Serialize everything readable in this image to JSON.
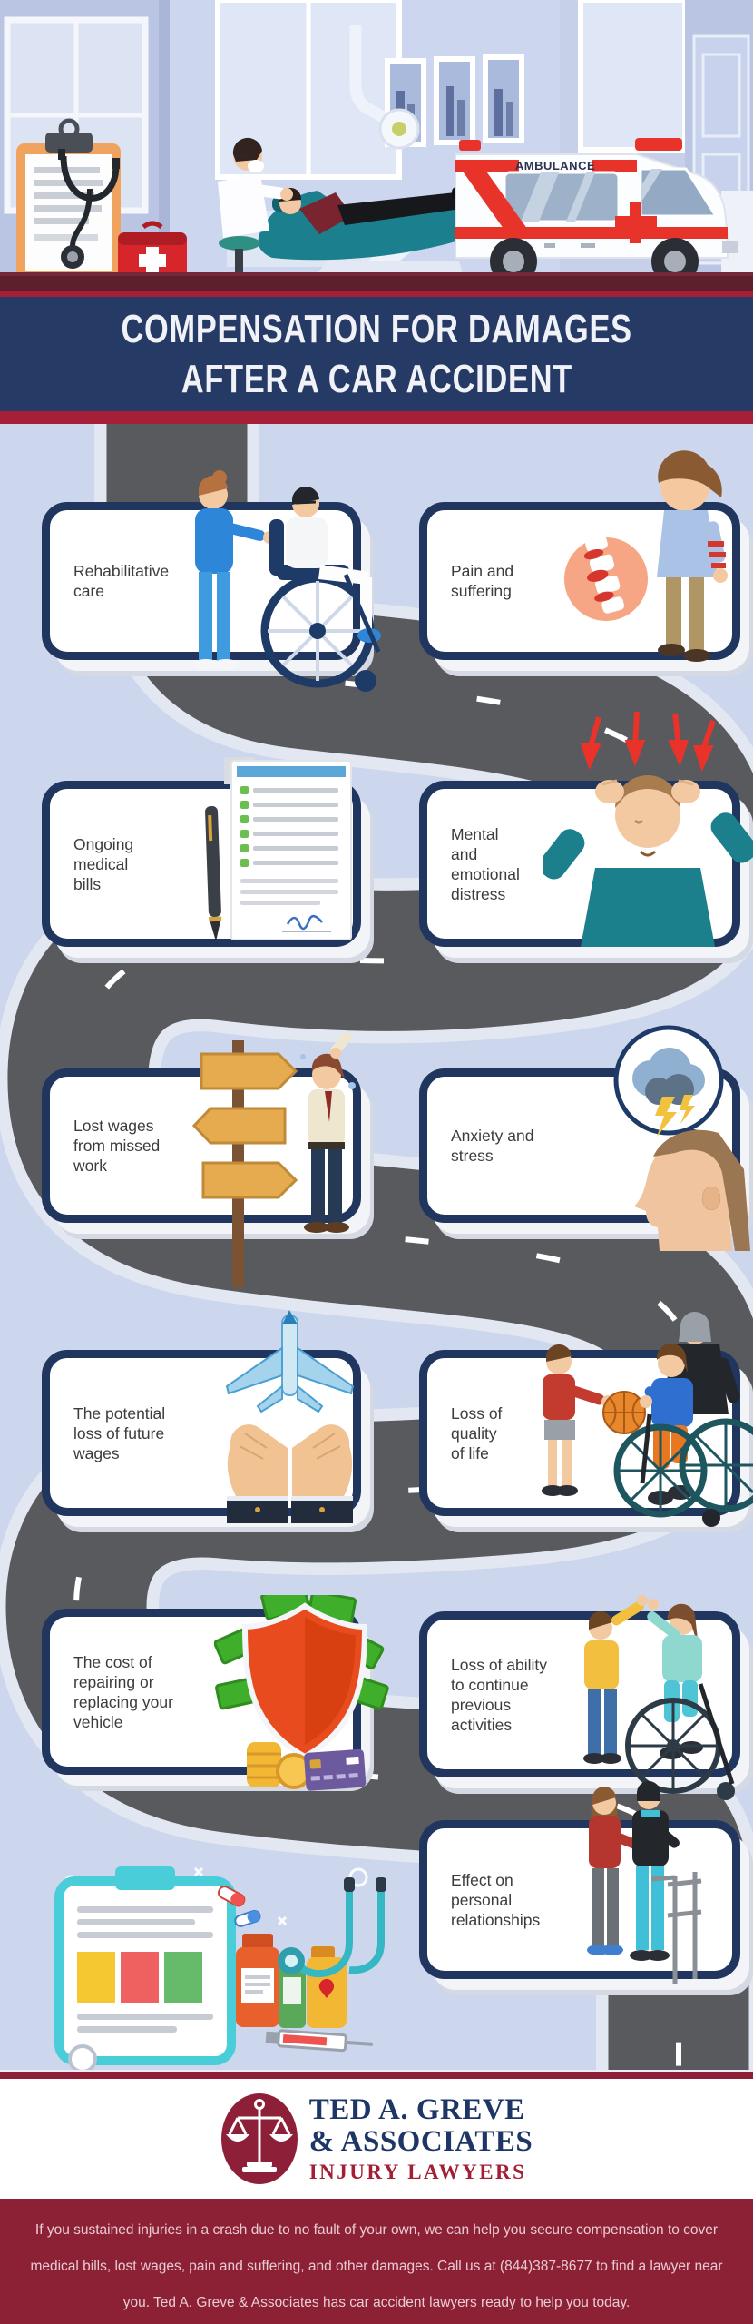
{
  "title": {
    "line1": "COMPENSATION FOR DAMAGES",
    "line2": "AFTER A CAR ACCIDENT"
  },
  "hero": {
    "ambulance_label": "AMBULANCE"
  },
  "cards": [
    {
      "id": "rehabilitative-care",
      "icon": "nurse-wheelchair",
      "lines": [
        "Rehabilitative",
        "care"
      ]
    },
    {
      "id": "pain-and-suffering",
      "icon": "man-back-pain-spine",
      "lines": [
        "Pain and",
        "suffering"
      ]
    },
    {
      "id": "ongoing-medical-bills",
      "icon": "checklist-and-pen",
      "lines": [
        "Ongoing",
        "medical",
        "bills"
      ]
    },
    {
      "id": "mental-emotional-distress",
      "icon": "stressed-man",
      "lines": [
        "Mental",
        "and",
        "emotional",
        "distress"
      ]
    },
    {
      "id": "lost-wages",
      "icon": "signpost-confused-man",
      "lines": [
        "Lost wages",
        "from missed",
        "work"
      ]
    },
    {
      "id": "anxiety-and-stress",
      "icon": "head-storm-thought",
      "lines": [
        "Anxiety and",
        "stress"
      ]
    },
    {
      "id": "future-wages",
      "icon": "hands-paper-plane",
      "lines": [
        "The potential",
        "loss of future",
        "wages"
      ]
    },
    {
      "id": "quality-of-life",
      "icon": "basketball-wheelchair",
      "lines": [
        "Loss of",
        "quality",
        "of life"
      ]
    },
    {
      "id": "vehicle-cost",
      "icon": "shield-money",
      "lines": [
        "The cost of",
        "repairing or",
        "replacing your",
        "vehicle"
      ]
    },
    {
      "id": "previous-activities",
      "icon": "high-five-wheelchair",
      "lines": [
        "Loss of ability",
        "to continue",
        "previous",
        "activities"
      ]
    },
    {
      "id": "personal-relationships",
      "icon": "couple-with-walker",
      "lines": [
        "Effect on",
        "personal",
        "relationships"
      ]
    }
  ],
  "footer": {
    "logo_line1": "TED A. GREVE",
    "logo_line2": "& ASSOCIATES",
    "logo_tagline": "INJURY LAWYERS",
    "disclaimer_line1": "If you sustained injuries in a crash due to no fault of your own, we can help you secure compensation to cover",
    "disclaimer_line2": "medical bills, lost wages, pain and suffering, and other damages. Call us at (844)387-8677 to find a lawyer near",
    "disclaimer_line3": "you. Ted A. Greve & Associates has car accident lawyers ready to help you today."
  },
  "colors": {
    "background_blue": "#ccd7ee",
    "road_gray": "#595a5e",
    "card_border_navy": "#20365f",
    "banner_navy": "#263a66",
    "stripe_red": "#a61f38",
    "footer_maroon": "#8c2136",
    "logo_navy": "#1e3666",
    "logo_red": "#a31f35",
    "ambulance_red": "#e8332b"
  }
}
